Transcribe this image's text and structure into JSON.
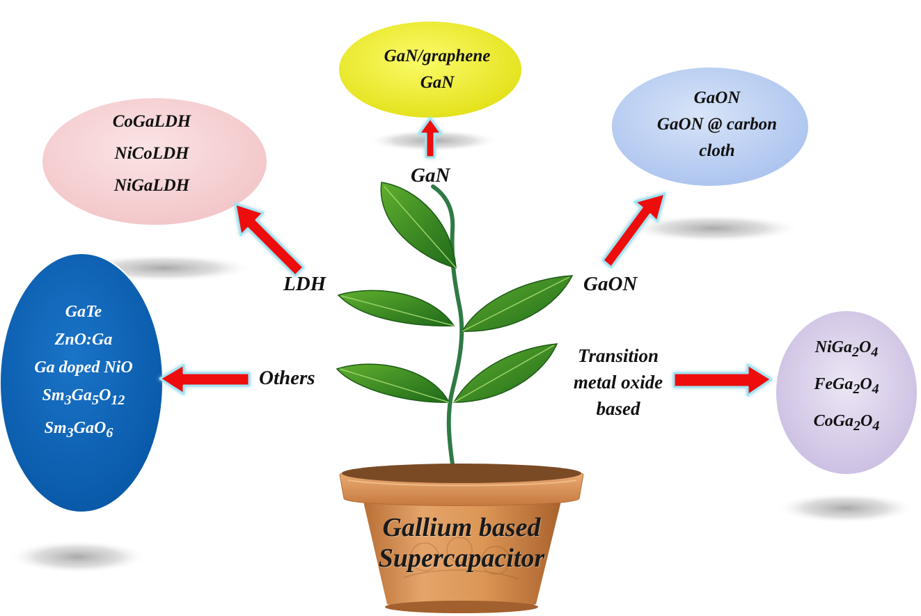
{
  "colors": {
    "gan_bubble": "#f1f02a",
    "ldh_bubble": "#f7d3d5",
    "gaon_bubble": "#bcd0f2",
    "others_bubble": "#0d63b8",
    "tmo_bubble": "#d7cde8",
    "arrow": "#ee1010",
    "arrow_glow": "#9fe6f5",
    "pot": "#d89356",
    "leaf": "#3a8a22",
    "stem": "#2f7a44"
  },
  "center": {
    "title_line1": "Gallium based",
    "title_line2": "Supercapacitor"
  },
  "labels": {
    "gan": "GaN",
    "ldh": "LDH",
    "gaon": "GaON",
    "others": "Others",
    "tmo_line1": "Transition",
    "tmo_line2": "metal oxide",
    "tmo_line3": "based"
  },
  "bubbles": {
    "gan": {
      "items": [
        "GaN/graphene",
        "GaN"
      ]
    },
    "ldh": {
      "items": [
        "CoGaLDH",
        "NiCoLDH",
        "NiGaLDH"
      ]
    },
    "gaon": {
      "items": [
        "GaON",
        "GaON @ carbon",
        "cloth"
      ]
    },
    "others": {
      "item1": "GaTe",
      "item2": "ZnO:Ga",
      "item3": "Ga doped NiO",
      "item4": {
        "a": "Sm",
        "s1": "3",
        "b": "Ga",
        "s2": "5",
        "c": "O",
        "s3": "12"
      },
      "item5": {
        "a": "Sm",
        "s1": "3",
        "b": "GaO",
        "s2": "6"
      }
    },
    "tmo": {
      "items": [
        {
          "a": "NiGa",
          "s1": "2",
          "b": "O",
          "s2": "4"
        },
        {
          "a": "FeGa",
          "s1": "2",
          "b": "O",
          "s2": "4"
        },
        {
          "a": "CoGa",
          "s1": "2",
          "b": "O",
          "s2": "4"
        }
      ]
    }
  }
}
